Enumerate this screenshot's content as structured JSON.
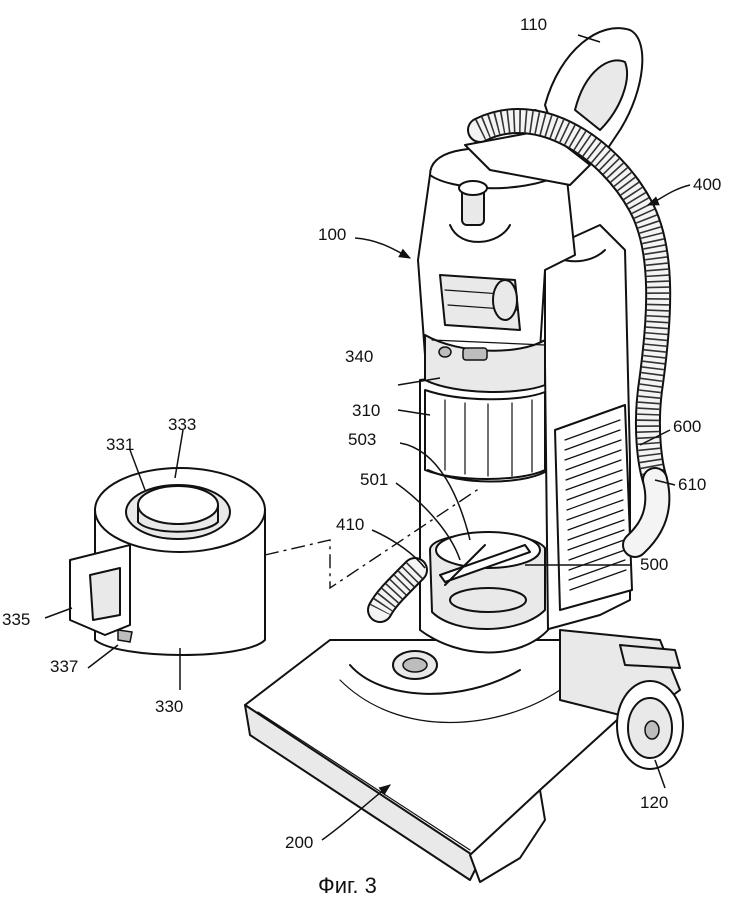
{
  "caption": "Фиг. 3",
  "labels": {
    "l110": "110",
    "l400": "400",
    "l100": "100",
    "l340": "340",
    "l310": "310",
    "l503": "503",
    "l600": "600",
    "l333": "333",
    "l331": "331",
    "l610": "610",
    "l501": "501",
    "l410": "410",
    "l500": "500",
    "l335": "335",
    "l337": "337",
    "l330": "330",
    "l120": "120",
    "l200": "200"
  }
}
